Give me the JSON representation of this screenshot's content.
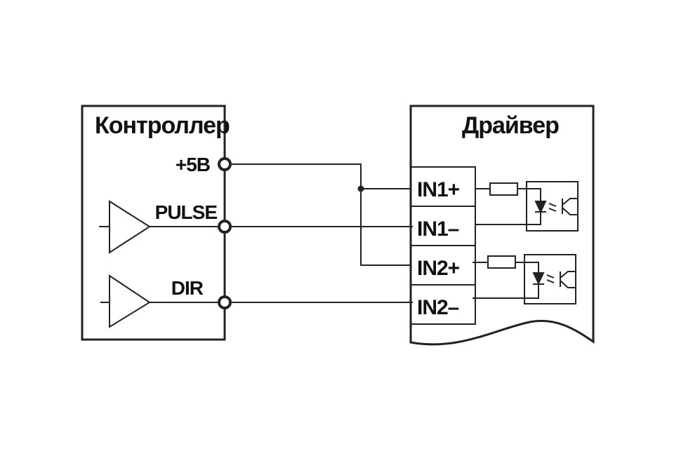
{
  "diagram": {
    "controller": {
      "title": "Контроллер",
      "pins": [
        {
          "id": "plus5v",
          "label": "+5В"
        },
        {
          "id": "pulse",
          "label": "PULSE"
        },
        {
          "id": "dir",
          "label": "DIR"
        }
      ]
    },
    "driver": {
      "title": "Драйвер",
      "terminals": [
        {
          "id": "in1p",
          "label": "IN1+"
        },
        {
          "id": "in1m",
          "label": "IN1–"
        },
        {
          "id": "in2p",
          "label": "IN2+"
        },
        {
          "id": "in2m",
          "label": "IN2–"
        }
      ]
    },
    "connections": [
      {
        "from": "+5В",
        "to": [
          "IN1+",
          "IN2+"
        ]
      },
      {
        "from": "PULSE",
        "to": "IN1–"
      },
      {
        "from": "DIR",
        "to": "IN2–"
      }
    ],
    "colors": {
      "line": "#222222",
      "background": "#ffffff"
    }
  }
}
